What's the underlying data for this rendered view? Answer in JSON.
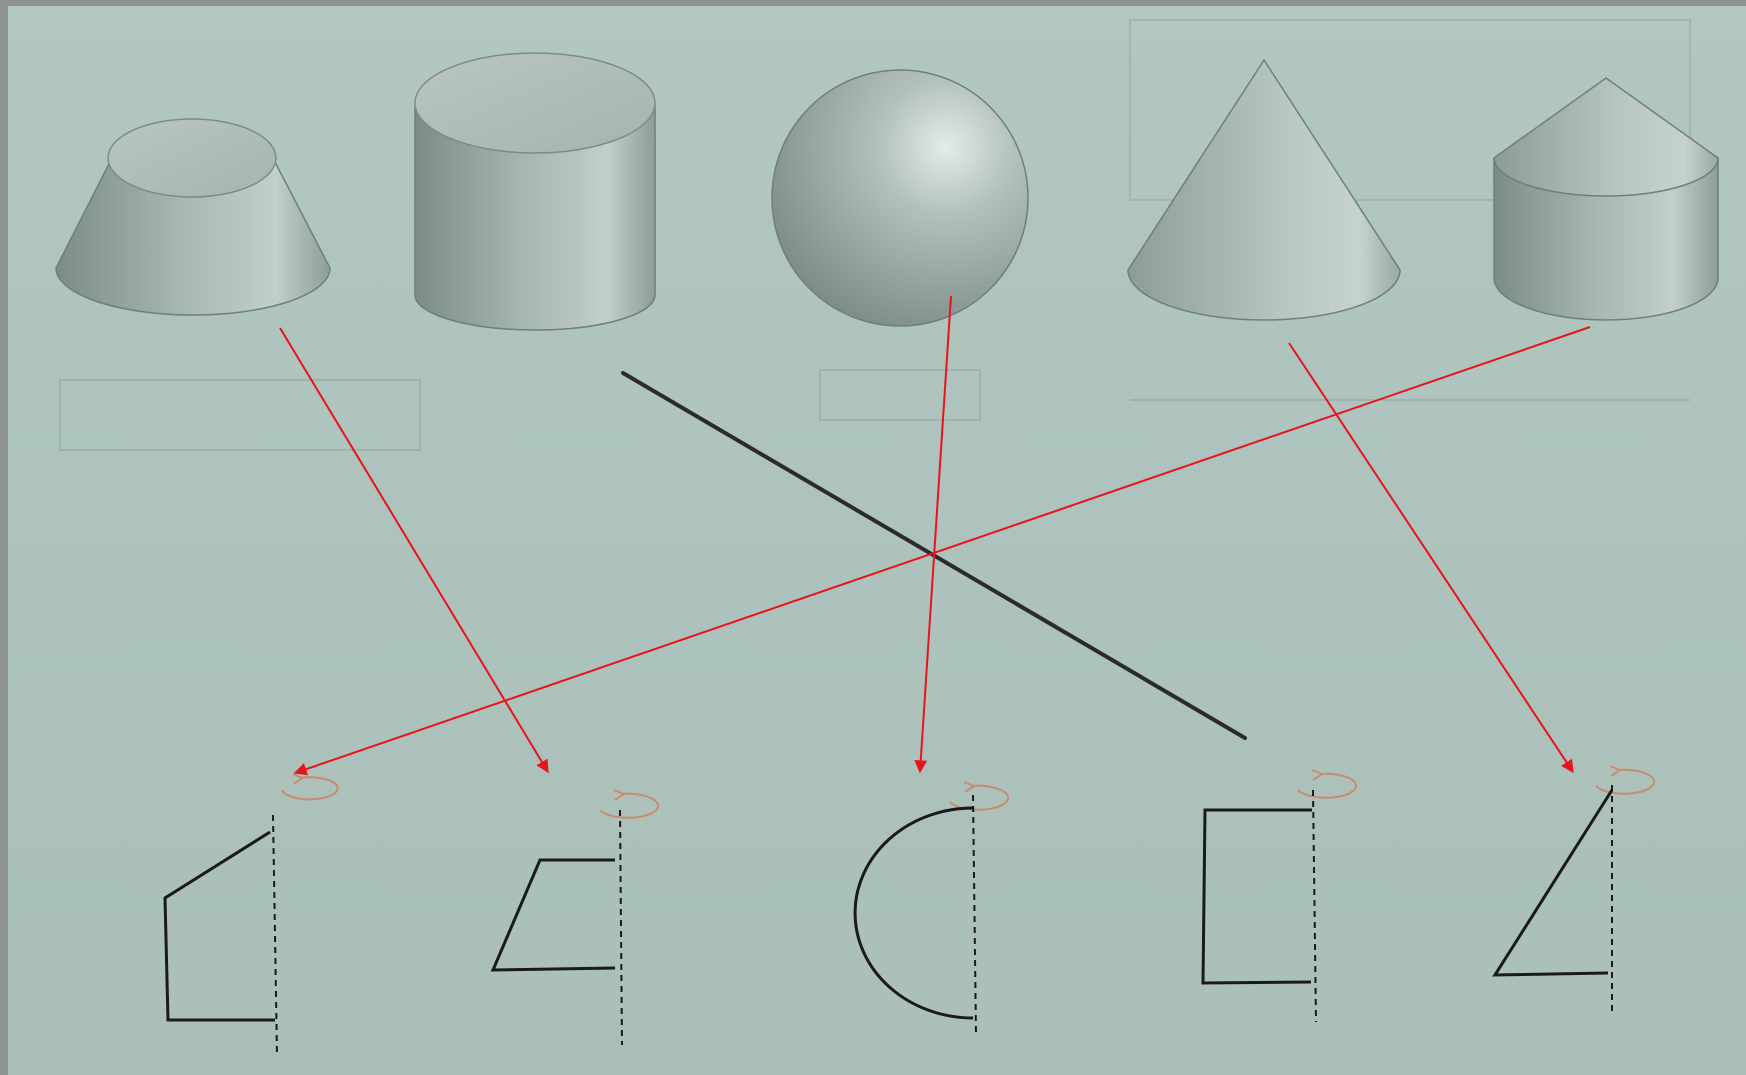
{
  "figure": {
    "solids": [
      {
        "name": "frustum"
      },
      {
        "name": "cylinder"
      },
      {
        "name": "sphere"
      },
      {
        "name": "cone"
      },
      {
        "name": "cylinder-with-cone-top"
      }
    ],
    "profiles": [
      {
        "name": "profile-bent-quadrilateral"
      },
      {
        "name": "profile-trapezoid"
      },
      {
        "name": "profile-semicircle"
      },
      {
        "name": "profile-rectangle"
      },
      {
        "name": "profile-right-triangle"
      }
    ],
    "matches": [
      {
        "from": "frustum",
        "to": "profile-trapezoid"
      },
      {
        "from": "sphere",
        "to": "profile-semicircle"
      },
      {
        "from": "cone",
        "to": "profile-right-triangle"
      },
      {
        "from": "cylinder-with-cone-top",
        "to": "profile-bent-quadrilateral"
      },
      {
        "from": "cylinder",
        "to": "profile-rectangle",
        "style": "black-line"
      }
    ],
    "colors": {
      "arrow": "#e8141c",
      "rotation_mark": "#c98a6e",
      "profile_stroke": "#1a1a1a",
      "background": "#b1c5bf"
    }
  }
}
